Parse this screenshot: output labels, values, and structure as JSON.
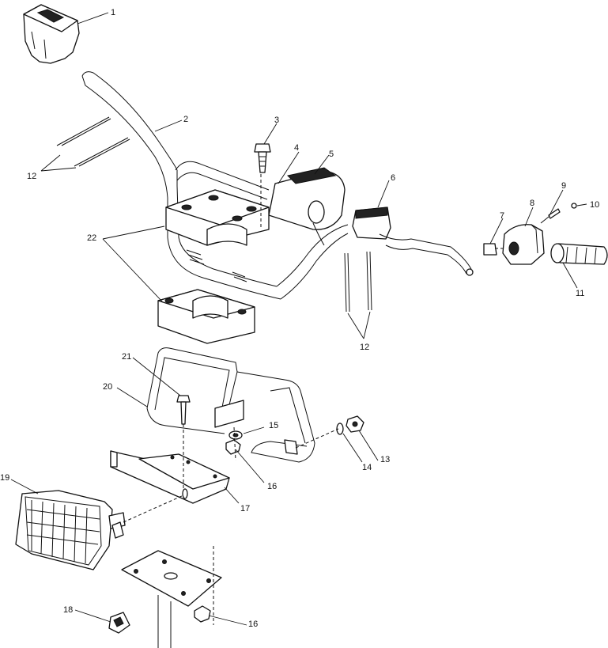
{
  "diagram": {
    "callouts": {
      "c1": "1",
      "c2": "2",
      "c3": "3",
      "c4": "4",
      "c5": "5",
      "c6": "6",
      "c7": "7",
      "c8": "8",
      "c9": "9",
      "c10": "10",
      "c11": "11",
      "c12a": "12",
      "c12b": "12",
      "c13": "13",
      "c14": "14",
      "c15": "15",
      "c16a": "16",
      "c16b": "16",
      "c17": "17",
      "c18": "18",
      "c19": "19",
      "c20": "20",
      "c21": "21",
      "c22": "22"
    }
  }
}
